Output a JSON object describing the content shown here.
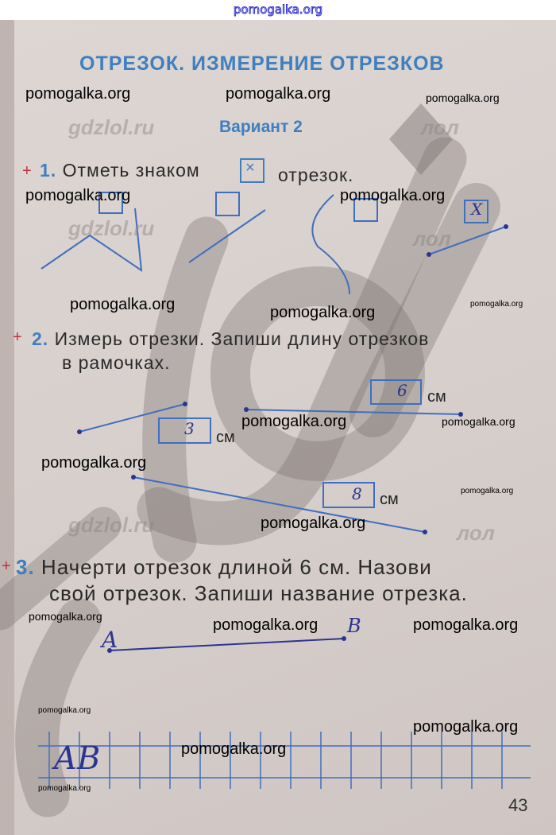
{
  "site_banner": "pomogalka.org",
  "title": "ОТРЕЗОК. ИЗМЕРЕНИЕ ОТРЕЗКОВ",
  "variant": "Вариант 2",
  "background_watermarks": [
    "gdzlol.ru",
    "gdzlol.ru",
    "gdzlol.ru",
    "лол",
    "лол",
    "лол"
  ],
  "task1": {
    "number": "1.",
    "text_before": "Отметь знаком",
    "text_after": "отрезок.",
    "mark": "×",
    "answer_mark": "X"
  },
  "task2": {
    "number": "2.",
    "line1": "Измерь отрезки. Запиши длину отрезков",
    "line2": "в рамочках.",
    "unit": "см",
    "answers": [
      "6",
      "3",
      "8"
    ]
  },
  "task3": {
    "number": "3.",
    "line1": "Начерти отрезок длиной 6 см. Назови",
    "line2": "свой отрезок. Запиши название отрезка.",
    "point_a": "A",
    "point_b": "B",
    "answer": "AB"
  },
  "check_marks": [
    "+",
    "+",
    "+"
  ],
  "page_number": "43",
  "watermarks": [
    "pomogalka.org",
    "pomogalka.org",
    "pomogalka.org",
    "pomogalka.org",
    "pomogalka.org",
    "pomogalka.org",
    "pomogalka.org",
    "pomogalka.org",
    "pomogalka.org",
    "pomogalka.org",
    "pomogalka.org",
    "pomogalka.org",
    "pomogalka.org",
    "pomogalka.org",
    "pomogalka.org",
    "pomogalka.org",
    "pomogalka.org",
    "pomogalka.org",
    "pomogalka.org",
    "pomogalka.org"
  ]
}
